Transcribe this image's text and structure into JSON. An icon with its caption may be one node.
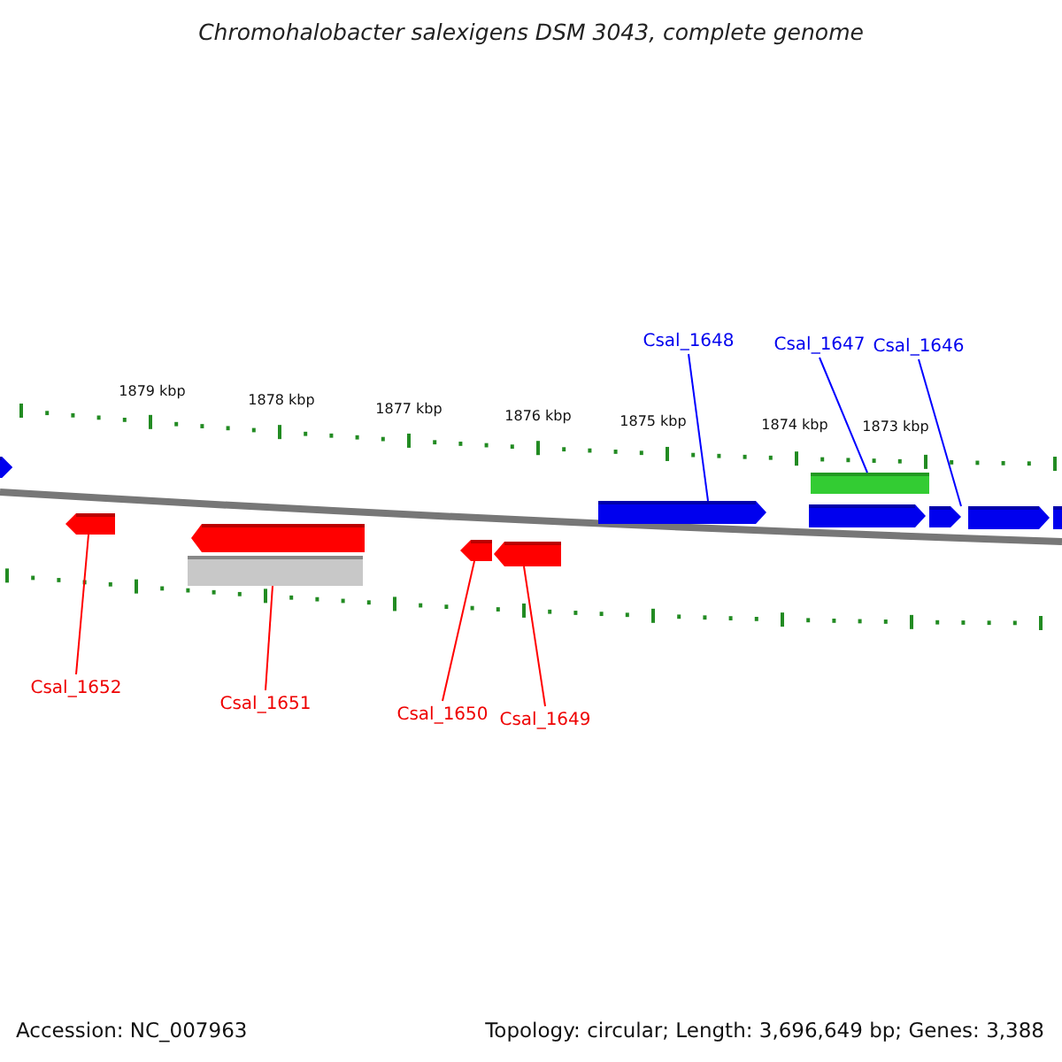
{
  "diagram": {
    "title": "Chromohalobacter salexigens DSM 3043, complete genome",
    "nodes": [
      {
        "text": [
          "Csal_1648"
        ]
      },
      {
        "text": [
          "Csal_1647"
        ]
      },
      {
        "text": [
          "Csal_1646"
        ]
      },
      {
        "text": [
          "Csal_1652"
        ]
      },
      {
        "text": [
          "Csal_1651"
        ]
      },
      {
        "text": [
          "Csal_1650"
        ]
      },
      {
        "text": [
          "Csal_1649"
        ]
      },
      {
        "text": [],
        "shape": "bar"
      },
      {
        "text": [],
        "shape": "bar"
      },
      {
        "text": [],
        "shape": "bar"
      },
      {
        "text": [],
        "shape": "bar"
      },
      {
        "text": [],
        "shape": "bar"
      },
      {
        "text": [],
        "shape": "bar"
      },
      {
        "text": [],
        "shape": "bar"
      },
      {
        "text": [],
        "shape": "bar"
      },
      {
        "text": [],
        "shape": "bar"
      },
      {
        "text": [],
        "shape": "bar"
      },
      {
        "text": [],
        "shape": "bar"
      },
      {
        "text": [],
        "shape": "bar"
      }
    ],
    "edges": [
      {
        "from": 0,
        "to": 13,
        "arrow": "none",
        "color": "#0000ff"
      },
      {
        "from": 1,
        "to": 15,
        "arrow": "none",
        "color": "#0000ff"
      },
      {
        "from": 2,
        "to": 16,
        "arrow": "none",
        "color": "#0000ff"
      },
      {
        "from": 3,
        "to": 8,
        "arrow": "none"
      },
      {
        "from": 4,
        "to": 9,
        "arrow": "none"
      },
      {
        "from": 5,
        "to": 11,
        "arrow": "none"
      },
      {
        "from": 6,
        "to": 12,
        "arrow": "none"
      }
    ],
    "labels": [
      "1879 kbp",
      "1878 kbp",
      "1877 kbp",
      "1876 kbp",
      "1875 kbp",
      "1874 kbp",
      "1873 kbp",
      "Accession: NC_007963",
      "Topology: circular; Length: 3,696,649 bp; Genes: 3,388"
    ]
  }
}
